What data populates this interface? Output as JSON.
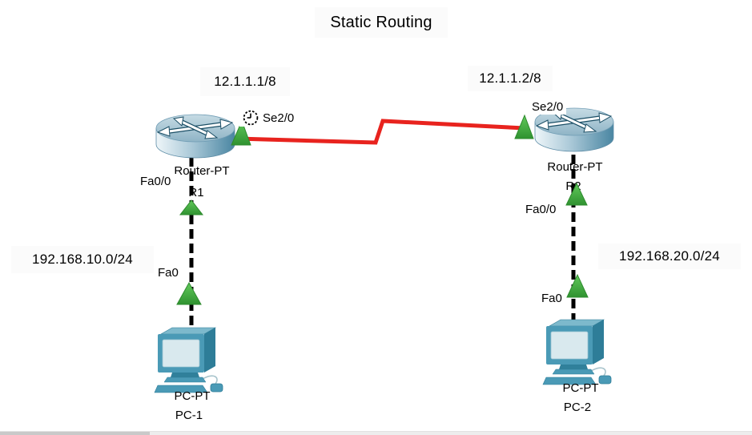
{
  "title": {
    "text": "Static Routing"
  },
  "annotations": {
    "serial_ip_left": "12.1.1.1/8",
    "serial_ip_right": "12.1.1.2/8",
    "lan_left": "192.168.10.0/24",
    "lan_right": "192.168.20.0/24"
  },
  "devices": {
    "r1": {
      "model": "Router-PT",
      "name": "R1",
      "serial_port": "Se2/0",
      "fast_port": "Fa0/0"
    },
    "r2": {
      "model": "Router-PT",
      "name": "R2",
      "serial_port": "Se2/0",
      "fast_port": "Fa0/0"
    },
    "pc1": {
      "model": "PC-PT",
      "name": "PC-1",
      "port": "Fa0"
    },
    "pc2": {
      "model": "PC-PT",
      "name": "PC-2",
      "port": "Fa0"
    }
  },
  "links": [
    {
      "type": "serial",
      "ends": [
        "Se2/0",
        "Se2/0"
      ],
      "clock_on": "left",
      "status": "up",
      "color": "#e8231e"
    },
    {
      "type": "ethernet",
      "ends": [
        "Fa0/0",
        "Fa0"
      ],
      "status": "up",
      "color": "#000000"
    },
    {
      "type": "ethernet",
      "ends": [
        "Fa0/0",
        "Fa0"
      ],
      "status": "up",
      "color": "#000000"
    }
  ],
  "colors": {
    "status_up_green": "#4cb748",
    "serial_link_red": "#e8231e",
    "ethernet_link_black": "#000000",
    "note_background": "#fbfbfb"
  }
}
